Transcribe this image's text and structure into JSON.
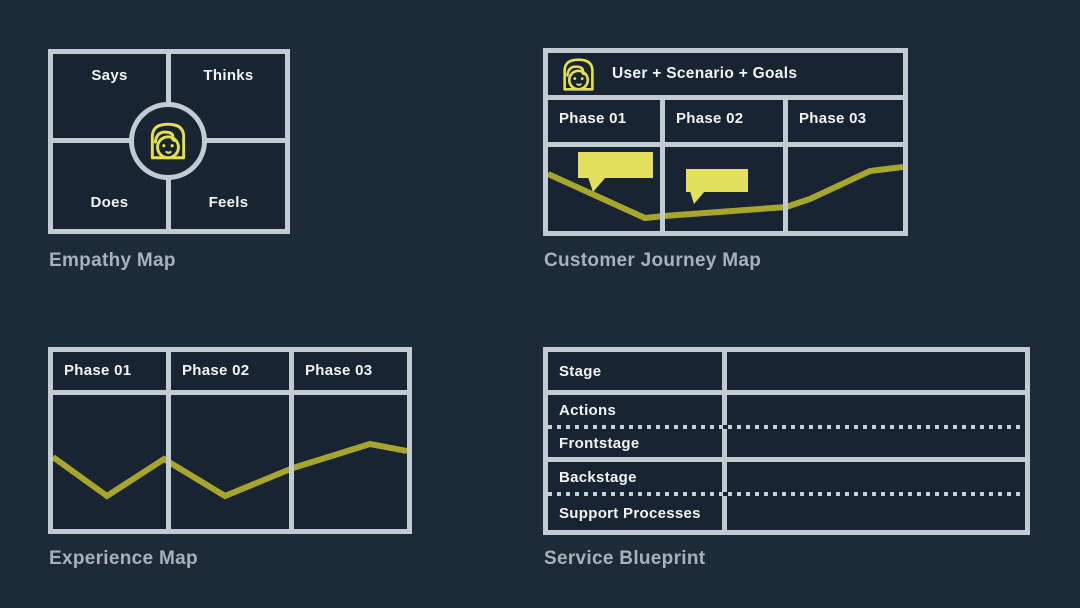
{
  "empathy_map": {
    "caption": "Empathy Map",
    "quadrants": {
      "top_left": "Says",
      "top_right": "Thinks",
      "bottom_left": "Does",
      "bottom_right": "Feels"
    },
    "center_icon": "face-icon"
  },
  "journey_map": {
    "caption": "Customer Journey Map",
    "header": "User + Scenario + Goals",
    "header_icon": "face-icon",
    "phases": [
      "Phase 01",
      "Phase 02",
      "Phase 03"
    ],
    "content": "emotion line with two speech bubbles"
  },
  "experience_map": {
    "caption": "Experience Map",
    "phases": [
      "Phase 01",
      "Phase 02",
      "Phase 03"
    ],
    "content": "zigzag emotion line"
  },
  "service_blueprint": {
    "caption": "Service Blueprint",
    "rows": [
      "Stage",
      "Actions",
      "Frontstage",
      "Backstage",
      "Support Processes"
    ]
  },
  "colors": {
    "background": "#1d2a37",
    "panel": "#182431",
    "border_gray": "#c2cbd2",
    "caption_gray": "#a6b1ba",
    "text_white": "#f2f5f8",
    "icon_yellow": "#e5e14b",
    "bubble_yellow": "#e3e05c",
    "line_olive": "#a8a52d"
  }
}
